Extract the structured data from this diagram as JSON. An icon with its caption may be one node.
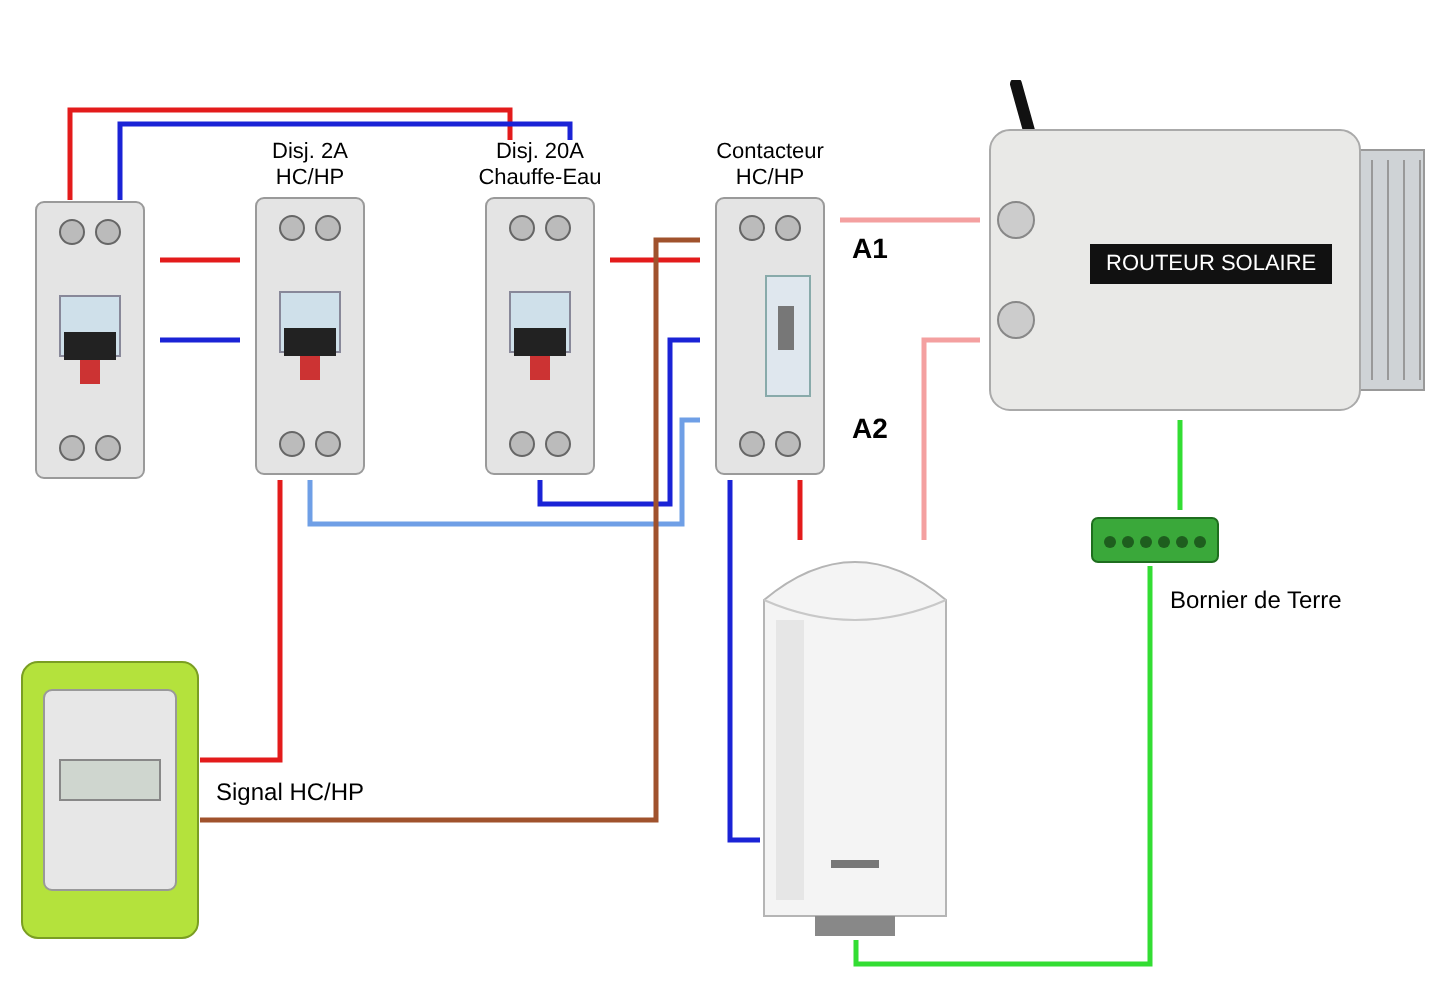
{
  "diagram": {
    "nodes": [
      {
        "text": [],
        "shape": "picture"
      },
      {
        "text": [
          "Disj. 2A HC/HP"
        ]
      },
      {
        "text": [
          "Disj. 20A Chauffe-Eau"
        ]
      },
      {
        "text": [
          "Contacteur HC/HP"
        ]
      },
      {
        "text": [
          "ROUTEUR SOLAIRE"
        ]
      },
      {
        "text": [],
        "shape": "cylinder"
      },
      {
        "text": [],
        "shape": "picture",
        "beside": [
          "Bornier de Terre"
        ]
      },
      {
        "text": [],
        "shape": "picture"
      }
    ],
    "edges": [
      {
        "from": 0,
        "to": 1,
        "arrow": "none",
        "color": "#e31b1b"
      },
      {
        "from": 0,
        "to": 1,
        "arrow": "none",
        "color": "#1a23d6"
      },
      {
        "from": 0,
        "to": 2,
        "arrow": "none",
        "color": "#e31b1b"
      },
      {
        "from": 0,
        "to": 2,
        "arrow": "none",
        "color": "#1a23d6"
      },
      {
        "from": 2,
        "to": 3,
        "arrow": "none",
        "color": "#e31b1b"
      },
      {
        "from": 2,
        "to": 3,
        "arrow": "none",
        "color": "#1a23d6"
      },
      {
        "from": 1,
        "to": 3,
        "arrow": "none",
        "color": "#6f9fe6"
      },
      {
        "from": 1,
        "to": 7,
        "arrow": "none",
        "color": "#e31b1b"
      },
      {
        "from": 7,
        "to": 3,
        "arrow": "none",
        "color": "#a0522d"
      },
      {
        "from": 3,
        "to": 4,
        "arrow": "none",
        "color": "#f4a0a0"
      },
      {
        "from": 4,
        "to": 5,
        "arrow": "none",
        "color": "#f4a0a0"
      },
      {
        "from": 3,
        "to": 5,
        "arrow": "none",
        "color": "#e31b1b"
      },
      {
        "from": 3,
        "to": 5,
        "arrow": "none",
        "color": "#1a23d6"
      },
      {
        "from": 6,
        "to": 4,
        "arrow": "none",
        "color": "#33dd33"
      },
      {
        "from": 6,
        "to": 5,
        "arrow": "none",
        "color": "#33dd33"
      }
    ],
    "labels": [
      "A1",
      "A2",
      "Signal HC/HP"
    ]
  }
}
